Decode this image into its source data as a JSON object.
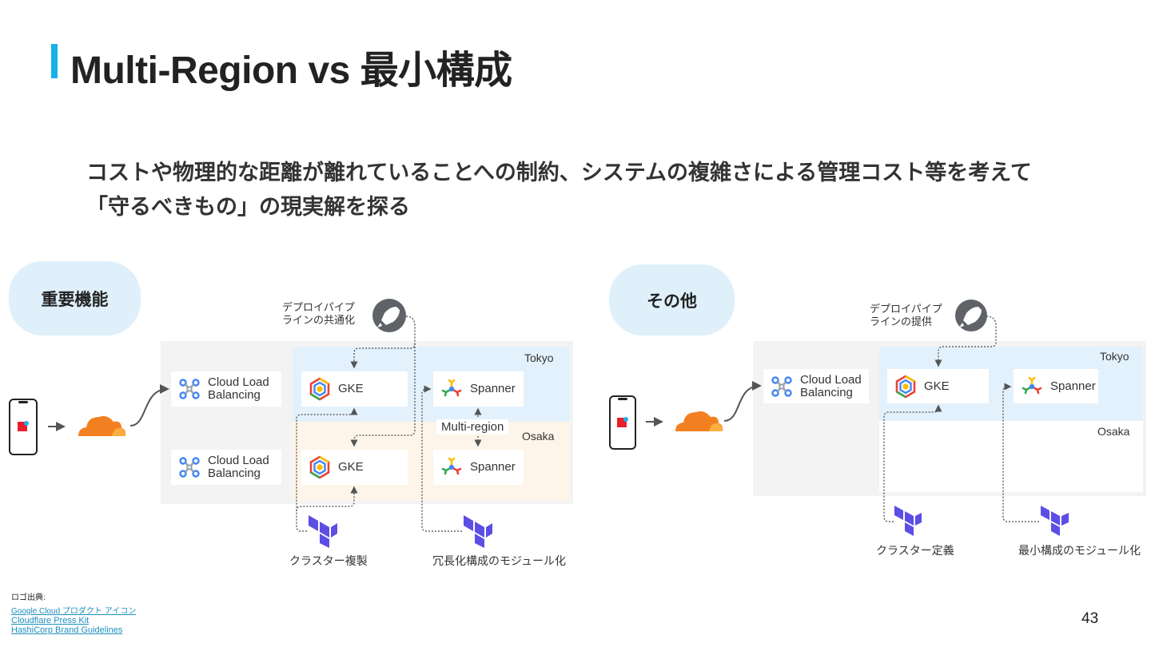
{
  "title": "Multi-Region vs 最小構成",
  "subtitle": "コストや物理的な距離が離れていることへの制約、システムの複雑さによる管理コスト等を考えて「守るべきもの」の現実解を探る",
  "colors": {
    "accent": "#1ab0e8",
    "pill": "#dff0fb",
    "tokyo": "#e3f1fc",
    "osaka": "#fdf5e9",
    "panel": "#f3f3f3",
    "cloudflare": "#f38020",
    "terraform": "#5c4ee5"
  },
  "left": {
    "pill": "重要機能",
    "deploy_label_1": "デプロイパイプ",
    "deploy_label_2": "ラインの共通化",
    "tokyo": "Tokyo",
    "osaka": "Osaka",
    "lb_1a": "Cloud Load",
    "lb_1b": "Balancing",
    "lb_2a": "Cloud Load",
    "lb_2b": "Balancing",
    "gke_1": "GKE",
    "gke_2": "GKE",
    "spanner_1": "Spanner",
    "spanner_2": "Spanner",
    "multi_region": "Multi-region",
    "tf_label_1": "クラスター複製",
    "tf_label_2": "冗長化構成のモジュール化"
  },
  "right": {
    "pill": "その他",
    "deploy_label_1": "デプロイパイプ",
    "deploy_label_2": "ラインの提供",
    "tokyo": "Tokyo",
    "osaka": "Osaka",
    "lb_a": "Cloud Load",
    "lb_b": "Balancing",
    "gke": "GKE",
    "spanner": "Spanner",
    "tf_label_1": "クラスター定義",
    "tf_label_2": "最小構成のモジュール化"
  },
  "footer": {
    "heading": "ロゴ出典:",
    "link_1": "Google Cloud プロダクト アイコン",
    "link_2": "Cloudflare Press Kit",
    "link_3": "HashiCorp Brand Guidelines"
  },
  "page_number": "43"
}
